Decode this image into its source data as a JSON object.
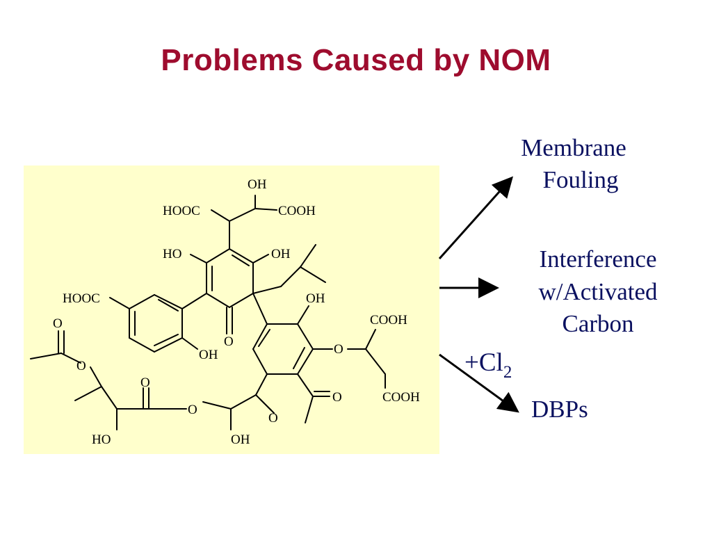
{
  "slide": {
    "title": "Problems Caused by NOM"
  },
  "molecule": {
    "labels": {
      "oh_top": "OH",
      "hooc_1": "HOOC",
      "cooh_1": "COOH",
      "ho_1": "HO",
      "oh_1": "OH",
      "hooc_2": "HOOC",
      "oh_2": "OH",
      "o_ketone": "O",
      "oh_3": "OH",
      "o_acetyl_top": "O",
      "o_ether_1": "O",
      "cooh_2": "COOH",
      "o_ether_2": "O",
      "o_ester": "O",
      "o_ester_link": "O",
      "o_ketone_2": "O",
      "o_acetyl_right": "O",
      "cooh_3": "COOH",
      "ho_2": "HO",
      "oh_4": "OH"
    }
  },
  "outcomes": {
    "membrane_line1": "Membrane",
    "membrane_line2": "Fouling",
    "interference_line1": "Interference",
    "interference_line2": "w/Activated",
    "interference_line3": "Carbon",
    "reagent_prefix": "+Cl",
    "reagent_subscript": "2",
    "dbps": "DBPs"
  },
  "colors": {
    "title": "#9e0c2e",
    "text": "#0b1160",
    "panel": "#ffffcc"
  }
}
